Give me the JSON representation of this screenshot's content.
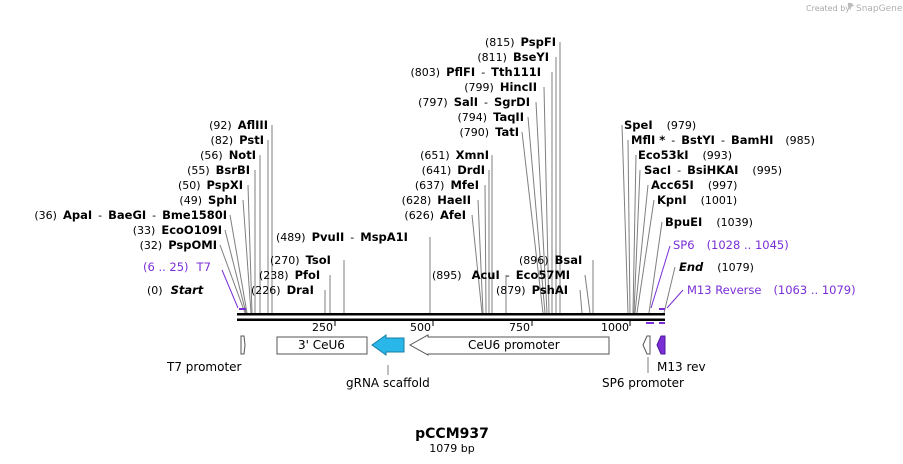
{
  "credit": {
    "prefix": "Created by",
    "brand": "SnapGene",
    "icon": "snapgene-logo-icon"
  },
  "plasmid": {
    "name": "pCCM937",
    "length_label": "1079 bp"
  },
  "colors": {
    "backbone": "#000000",
    "feature_purple": "#7a2fd6",
    "grna": "#29b6e8",
    "promoter_fill": "#ffffff",
    "leader": "#7f7f7f"
  },
  "scale": {
    "ticks": [
      "250",
      "500",
      "750",
      "1000"
    ]
  },
  "sites_left": [
    {
      "pos": "(92)",
      "name": "AflIII"
    },
    {
      "pos": "(82)",
      "name": "PstI"
    },
    {
      "pos": "(56)",
      "name": "NotI"
    },
    {
      "pos": "(55)",
      "name": "BsrBI"
    },
    {
      "pos": "(50)",
      "name": "PspXI"
    },
    {
      "pos": "(49)",
      "name": "SphI"
    },
    {
      "pos": "(36)",
      "name": "ApaI",
      "extra": [
        "BaeGI",
        "Bme1580I"
      ]
    },
    {
      "pos": "(33)",
      "name": "EcoO109I"
    },
    {
      "pos": "(32)",
      "name": "PspOMI"
    }
  ],
  "sites_mid": [
    {
      "pos": "(489)",
      "name": "PvuII",
      "extra": [
        "MspA1I"
      ]
    },
    {
      "pos": "(270)",
      "name": "TsoI"
    },
    {
      "pos": "(238)",
      "name": "PfoI"
    },
    {
      "pos": "(226)",
      "name": "DraI"
    }
  ],
  "sites_center": [
    {
      "pos": "(815)",
      "name": "PspFI"
    },
    {
      "pos": "(811)",
      "name": "BseYI"
    },
    {
      "pos": "(803)",
      "name": "PflFI",
      "extra": [
        "Tth111I"
      ]
    },
    {
      "pos": "(799)",
      "name": "HincII"
    },
    {
      "pos": "(797)",
      "name": "SalI",
      "extra": [
        "SgrDI"
      ]
    },
    {
      "pos": "(794)",
      "name": "TaqII"
    },
    {
      "pos": "(790)",
      "name": "TatI"
    },
    {
      "pos": "(651)",
      "name": "XmnI"
    },
    {
      "pos": "(641)",
      "name": "DrdI"
    },
    {
      "pos": "(637)",
      "name": "MfeI"
    },
    {
      "pos": "(628)",
      "name": "HaeII"
    },
    {
      "pos": "(626)",
      "name": "AfeI"
    },
    {
      "pos": "(896)",
      "name": "BsaI"
    },
    {
      "pos": "(895)",
      "name": "AcuI",
      "extra": [
        "Eco57MI"
      ]
    },
    {
      "pos": "(879)",
      "name": "PshAI"
    }
  ],
  "sites_right": [
    {
      "pos": "(979)",
      "name": "SpeI"
    },
    {
      "pos": "(985)",
      "name": "MflI *",
      "extra": [
        "BstYI",
        "BamHI"
      ]
    },
    {
      "pos": "(993)",
      "name": "Eco53kI"
    },
    {
      "pos": "(995)",
      "name": "SacI",
      "extra": [
        "BsiHKAI"
      ]
    },
    {
      "pos": "(997)",
      "name": "Acc65I"
    },
    {
      "pos": "(1001)",
      "name": "KpnI"
    },
    {
      "pos": "(1039)",
      "name": "BpuEI"
    },
    {
      "pos": "(1079)",
      "name": "End"
    }
  ],
  "features_text": {
    "t7": {
      "range": "(6 .. 25)",
      "name": "T7"
    },
    "start": {
      "pos": "(0)",
      "name": "Start"
    },
    "sp6": {
      "name": "SP6",
      "range": "(1028 .. 1045)"
    },
    "m13rev": {
      "name": "M13 Reverse",
      "range": "(1063 .. 1079)"
    }
  },
  "features": {
    "t7_promoter": "T7 promoter",
    "ceu6_3prime": "3' CeU6",
    "grna_scaffold": "gRNA scaffold",
    "ceu6_promoter": "CeU6 promoter",
    "sp6_promoter": "SP6 promoter",
    "m13_rev": "M13 rev"
  }
}
